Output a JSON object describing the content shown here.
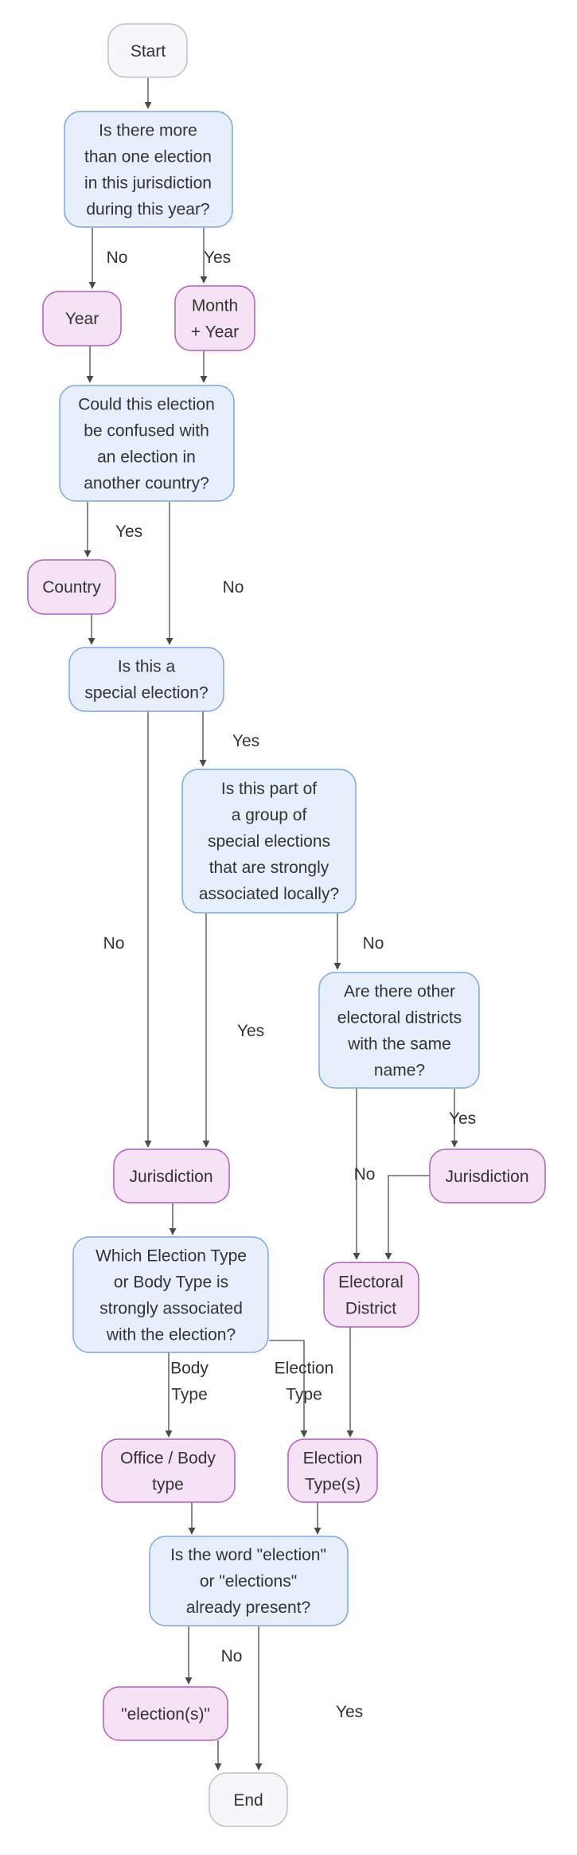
{
  "nodes": {
    "start": [
      "Start"
    ],
    "q_multi": [
      "Is there more",
      "than one election",
      "in this jurisdiction",
      "during this year?"
    ],
    "year": [
      "Year"
    ],
    "month_year": [
      "Month",
      "+ Year"
    ],
    "q_confused": [
      "Could this election",
      "be confused with",
      "an election in",
      "another country?"
    ],
    "country": [
      "Country"
    ],
    "q_special": [
      "Is this a",
      "special election?"
    ],
    "q_group": [
      "Is this part of",
      "a group of",
      "special elections",
      "that are strongly",
      "associated locally?"
    ],
    "q_other": [
      "Are there other",
      "electoral districts",
      "with the same",
      "name?"
    ],
    "jurisdiction_1": [
      "Jurisdiction"
    ],
    "jurisdiction_2": [
      "Jurisdiction"
    ],
    "q_type": [
      "Which Election Type",
      "or Body Type is",
      "strongly associated",
      "with the election?"
    ],
    "electoral_district": [
      "Electoral",
      "District"
    ],
    "office_body": [
      "Office / Body",
      "type"
    ],
    "election_types": [
      "Election",
      "Type(s)"
    ],
    "q_word": [
      "Is the word \"election\"",
      "or \"elections\"",
      "already present?"
    ],
    "elections_token": [
      "\"election(s)\""
    ],
    "end": [
      "End"
    ]
  },
  "edge_labels": {
    "multi_no": [
      "No"
    ],
    "multi_yes": [
      "Yes"
    ],
    "confused_yes": [
      "Yes"
    ],
    "confused_no": [
      "No"
    ],
    "special_yes": [
      "Yes"
    ],
    "special_no": [
      "No"
    ],
    "group_no": [
      "No"
    ],
    "group_yes": [
      "Yes"
    ],
    "other_yes": [
      "Yes"
    ],
    "other_no": [
      "No"
    ],
    "type_body": [
      "Body",
      "Type"
    ],
    "type_election": [
      "Election",
      "Type"
    ],
    "word_no": [
      "No"
    ],
    "word_yes": [
      "Yes"
    ]
  },
  "colors": {
    "terminal_fill": "#f6f7f8",
    "question_fill": "#e8effc",
    "token_fill": "#f5e3f5",
    "edge": "#4a4a4a"
  }
}
